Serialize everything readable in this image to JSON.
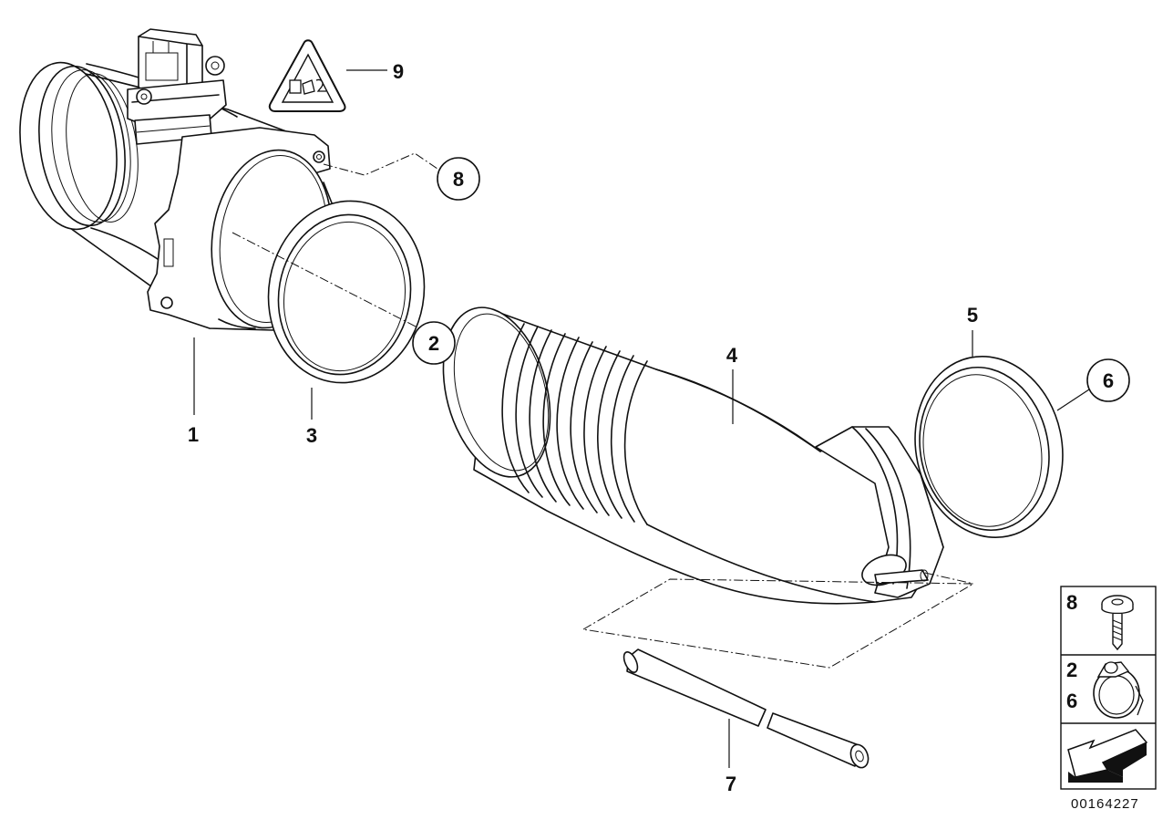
{
  "callouts": {
    "p1": "1",
    "p2": "2",
    "p3": "3",
    "p4": "4",
    "p5": "5",
    "p6": "6",
    "p7": "7",
    "p8": "8",
    "p9": "9"
  },
  "legend": {
    "row1_label": "8",
    "row2_label_top": "2",
    "row2_label_bottom": "6"
  },
  "reference_number": "00164227",
  "icons": {
    "warning": "warning-triangle-icon",
    "bolt": "bolt-icon",
    "clamp": "hose-clamp-icon",
    "arrow": "direction-arrow-icon"
  }
}
